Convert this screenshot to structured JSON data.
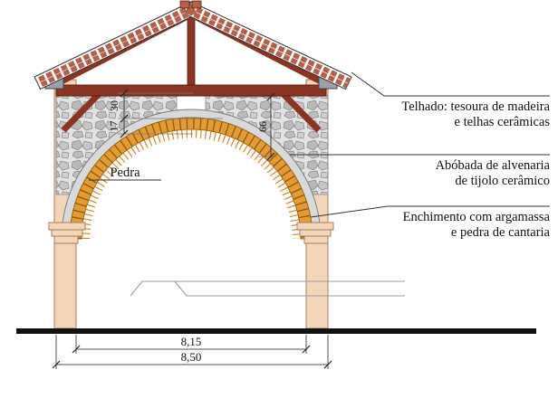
{
  "annotations": {
    "telhado": {
      "line1": "Telhado: tesoura de madeira",
      "line2": "e telhas cerâmicas"
    },
    "abobada": {
      "line1": "Abóbada de alvenaria",
      "line2": "de tijolo cerâmico"
    },
    "enchimento": {
      "line1": "Enchimento com argamassa",
      "line2": "e pedra de cantaria"
    },
    "pedra": "Pedra"
  },
  "dims": {
    "d30": "30",
    "d17": "17",
    "d66": "66",
    "span_inner": "8,15",
    "span_outer": "8,50"
  },
  "colors": {
    "wall": "#f3d6ba",
    "wall_outline": "#a58060",
    "truss_wood": "#8a3524",
    "roof_tile": "#b2604a",
    "brick_vault": "#e59b33",
    "brick_joint": "#8a5a10",
    "vault_gray": "#d9d9d9",
    "stone_fill": "#e3e3e3",
    "eave_block": "#9aa1a8",
    "ground": "#111111"
  }
}
